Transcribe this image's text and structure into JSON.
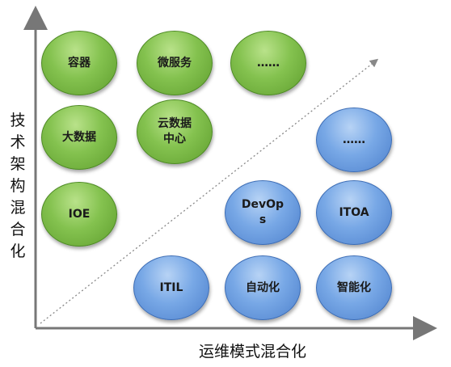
{
  "axes": {
    "y_label": "技术架构混合化",
    "x_label": "运维模式混合化"
  },
  "green_nodes": [
    {
      "label": "容器"
    },
    {
      "label": "微服务"
    },
    {
      "label": "……"
    },
    {
      "label": "大数据"
    },
    {
      "label": "云数据\n中心"
    },
    {
      "label": "IOE"
    }
  ],
  "blue_nodes": [
    {
      "label": "……"
    },
    {
      "label": "DevOp\ns"
    },
    {
      "label": "ITOA"
    },
    {
      "label": "ITIL"
    },
    {
      "label": "自动化"
    },
    {
      "label": "智能化"
    }
  ],
  "colors": {
    "green": "#84c24f",
    "blue": "#78a8e6",
    "axis": "#777777"
  }
}
